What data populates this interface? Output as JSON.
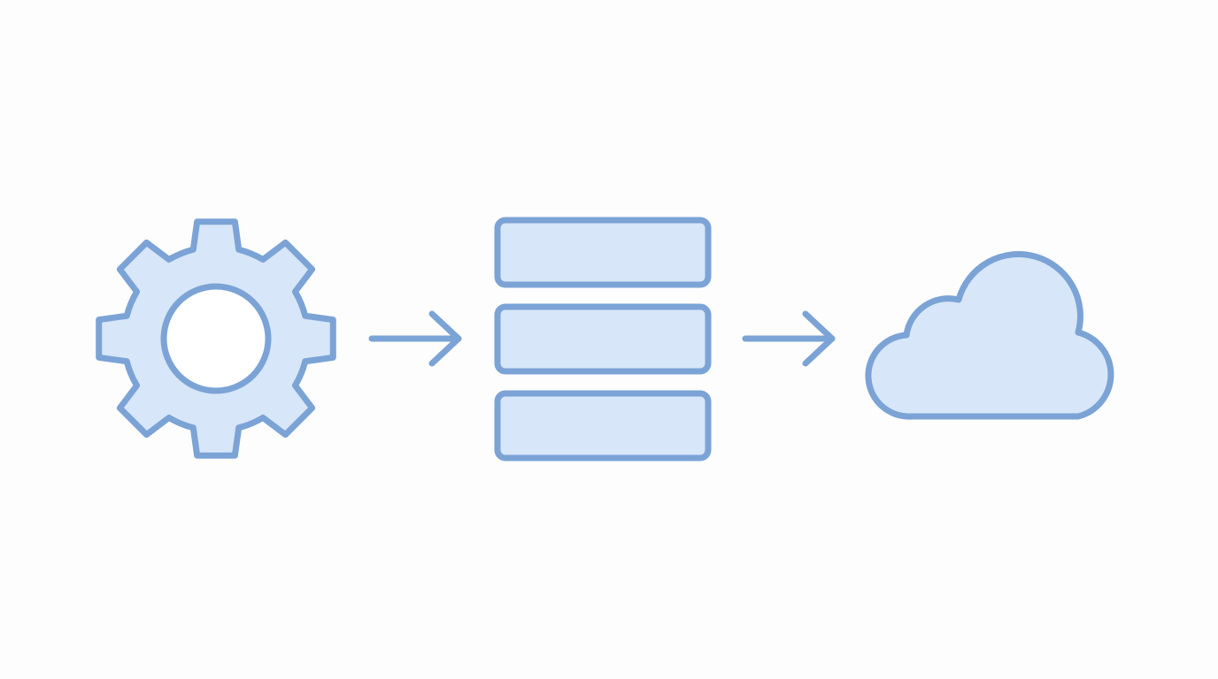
{
  "diagram": {
    "nodes": [
      {
        "id": "gear",
        "icon": "gear-icon"
      },
      {
        "id": "stack",
        "icon": "stack-icon",
        "layers": 3
      },
      {
        "id": "cloud",
        "icon": "cloud-icon"
      }
    ],
    "edges": [
      {
        "from": "gear",
        "to": "stack",
        "icon": "arrow-right-icon"
      },
      {
        "from": "stack",
        "to": "cloud",
        "icon": "arrow-right-icon"
      }
    ]
  },
  "colors": {
    "background": "#fdfdfe",
    "fill": "#d7e6f8",
    "stroke": "#7ba3d6",
    "hole": "#ffffff"
  }
}
